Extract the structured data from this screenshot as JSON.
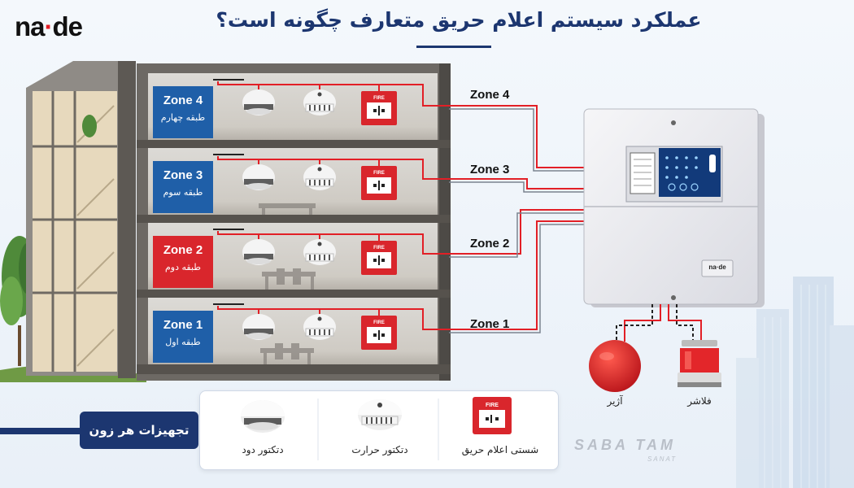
{
  "header": {
    "logo_left": "na",
    "logo_dot": "·",
    "logo_right": "de",
    "title": "عملکرد سیستم اعلام حریق متعارف چگونه است؟"
  },
  "zones": [
    {
      "id": "Zone 4",
      "floor": "طبقه چهارم",
      "wire_label": "Zone 4",
      "active": false
    },
    {
      "id": "Zone 3",
      "floor": "طبقه سوم",
      "wire_label": "Zone 3",
      "active": false
    },
    {
      "id": "Zone 2",
      "floor": "طبقه دوم",
      "wire_label": "Zone 2",
      "active": true
    },
    {
      "id": "Zone 1",
      "floor": "طبقه اول",
      "wire_label": "Zone 1",
      "active": false
    }
  ],
  "call_point_text": "FIRE",
  "panel_brand": "na·de",
  "outputs": {
    "sounder": "آژیر",
    "flasher": "فلاشر"
  },
  "legend": {
    "badge": "تجهیزات هر زون",
    "items": [
      {
        "label": "دتکتور دود",
        "icon": "smoke-detector-icon"
      },
      {
        "label": "دتکتور حرارت",
        "icon": "heat-detector-icon"
      },
      {
        "label": "شستی اعلام حریق",
        "icon": "manual-call-point-icon",
        "text": "FIRE"
      }
    ]
  },
  "watermark": {
    "main": "SABA TAM",
    "sub": "SANAT"
  },
  "colors": {
    "brand_blue": "#1c3670",
    "zone_blue": "#1f5fa8",
    "zone_red": "#d9262c",
    "wire_red": "#e21f26",
    "background": "#eef3f9"
  }
}
